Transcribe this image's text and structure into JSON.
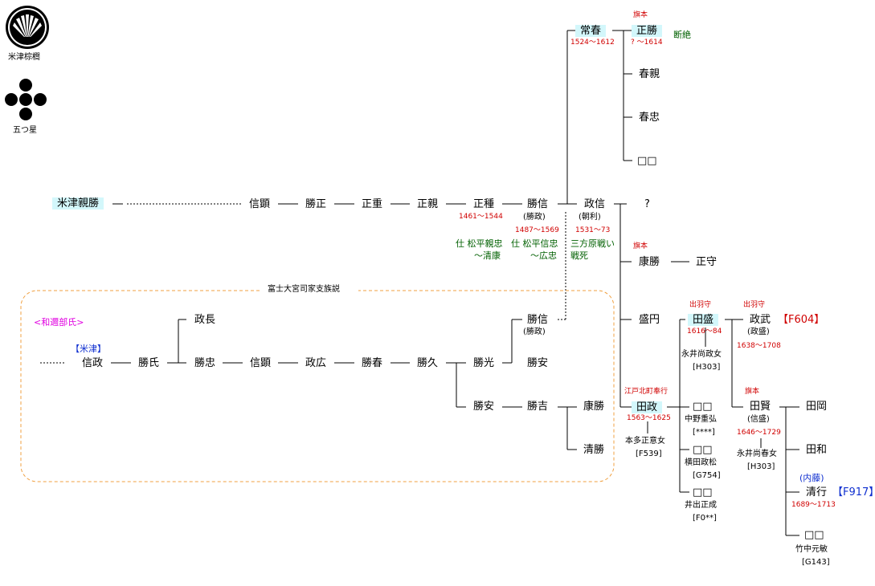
{
  "crests": [
    {
      "name": "米津棕櫚",
      "icon": "shuro-crest-icon"
    },
    {
      "name": "五つ星",
      "icon": "five-stars-crest-icon"
    }
  ],
  "box_title": "富士大宮司家支族説",
  "people": {
    "yonezu_chikakatsu": "米津親勝",
    "nobuaki": "信顕",
    "katsumasa": "勝正",
    "masashige": "正重",
    "masachika": "正親",
    "masatane": "正種",
    "masatane_years": "1461〜1544",
    "katsunobu": "勝信",
    "katsunobu_alias": "(勝政)",
    "katsunobu_years": "1487〜1569",
    "masanobu": "政信",
    "masanobu_alias": "(朝利)",
    "masanobu_years": "1531〜73",
    "unknown": "?",
    "tsuneharu": "常春",
    "tsuneharu_years": "1524〜1612",
    "masakatsu": "正勝",
    "masakatsu_rank": "旗本",
    "masakatsu_years": "? 〜1614",
    "masakatsu_note": "断絶",
    "harunchika": "春親",
    "harutada": "春忠",
    "boxes1": "□□",
    "yasukatsu": "康勝",
    "yasukatsu_rank": "旗本",
    "masamori": "正守",
    "morimitsu": "盛円",
    "tamori": "田盛",
    "tamori_rank": "出羽守",
    "tamori_years": "1616〜84",
    "tamori_wife": "永井尚政女",
    "tamori_wife_ref": "[H303]",
    "masatake": "政武",
    "masatake_rank": "出羽守",
    "masatake_ref": "【F604】",
    "masatake_alias": "(政盛)",
    "masatake_years": "1638〜1708",
    "tamasa": "田政",
    "tamasa_rank": "江戸北町奉行",
    "tamasa_years": "1563〜1625",
    "tamasa_wife": "本多正意女",
    "tamasa_wife_ref": "[F539]",
    "d1": "□□",
    "d1_husband": "中野重弘",
    "d1_ref": "[****]",
    "d2": "□□",
    "d2_husband": "横田政松",
    "d2_ref": "[G754]",
    "d3": "□□",
    "d3_husband": "井出正成",
    "d3_ref": "[F0**]",
    "takata": "田賢",
    "takata_rank": "旗本",
    "takata_alias": "(信盛)",
    "takata_years": "1646〜1729",
    "takata_wife": "永井尚春女",
    "takata_wife_ref": "[H303]",
    "taoka": "田岡",
    "tawa": "田和",
    "kiyoyuki": "清行",
    "kiyoyuki_note": "(内藤)",
    "kiyoyuki_ref": "【F917】",
    "kiyoyuki_years": "1689〜1713",
    "d4": "□□",
    "d4_husband": "竹中元敏",
    "d4_ref": "[G143]",
    "wachibe": "<和邇部氏>",
    "yonezu_label": "【米津】",
    "nobumasa": "信政",
    "katsuuji": "勝氏",
    "masanaga": "政長",
    "katsutada": "勝忠",
    "nobuaki2": "信顕",
    "masahiro": "政広",
    "katsuharu": "勝春",
    "katsuhisa": "勝久",
    "katsumitsu": "勝光",
    "katsunobu2": "勝信",
    "katsunobu2_alias": "(勝政)",
    "katsuyasu": "勝安",
    "katsuyasu2": "勝安",
    "katsuyoshi": "勝吉",
    "yasukatsu2": "康勝",
    "kiyokatsu": "清勝"
  },
  "notes": {
    "masatane_service": "仕 松平親忠",
    "masatane_service2": "〜清康",
    "katsunobu_service": "仕 松平信忠",
    "katsunobu_service2": "〜広忠",
    "masanobu_death": "三方原戦い",
    "masanobu_death2": "戦死"
  },
  "colors": {
    "highlight": "#d3f7fb",
    "years": "#d00000",
    "notes": "#006000",
    "links": "#1030d0",
    "clan": "#e000e0",
    "box_border": "#f0a040"
  }
}
